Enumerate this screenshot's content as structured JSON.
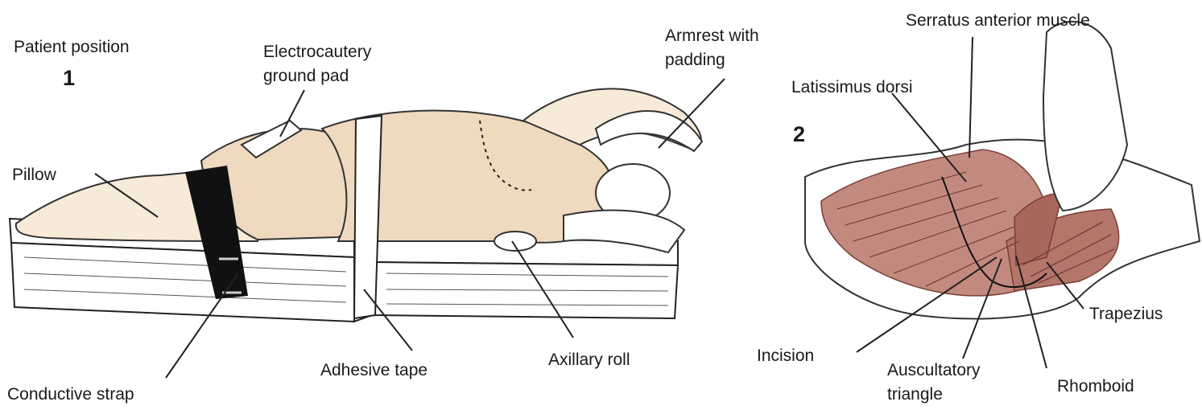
{
  "panel1": {
    "title": "Patient position",
    "number": "1",
    "labels": {
      "pillow": "Pillow",
      "ground_pad_line1": "Electrocautery",
      "ground_pad_line2": "ground pad",
      "armrest_line1": "Armrest with",
      "armrest_line2": "padding",
      "conductive_strap": "Conductive strap",
      "adhesive_tape": "Adhesive tape",
      "axillary_roll": "Axillary roll"
    }
  },
  "panel2": {
    "number": "2",
    "labels": {
      "serratus": "Serratus anterior muscle",
      "latissimus": "Latissimus dorsi",
      "incision": "Incision",
      "auscultatory_line1": "Auscultatory",
      "auscultatory_line2": "triangle",
      "trapezius": "Trapezius",
      "rhomboid": "Rhomboid"
    }
  },
  "colors": {
    "skin": "#efd9bf",
    "muscle": "#b4756a",
    "muscle_dark": "#8e5148",
    "strap": "#111111",
    "line": "#222222"
  }
}
